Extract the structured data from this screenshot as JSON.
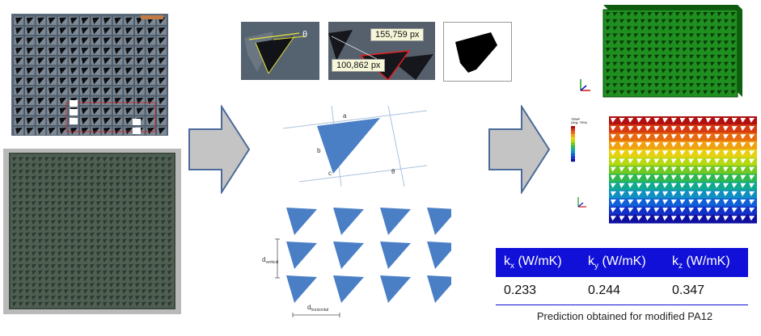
{
  "measurements": {
    "angle_symbol": "θ",
    "px_label_a": "155,759 px",
    "px_label_b": "100,862 px"
  },
  "geometry": {
    "side_a": "a",
    "side_b": "b",
    "side_c": "c",
    "angle_symbol": "θ"
  },
  "spacing": {
    "vertical_label": "d",
    "vertical_sub": "vertical",
    "horizontal_label": "d",
    "horizontal_sub": "horizontal"
  },
  "legend": {
    "title": "TEMP",
    "subtitle": "(Avg: 75%)"
  },
  "results": {
    "headers": [
      {
        "k": "k",
        "sub": "x",
        "unit": " (W/mK)"
      },
      {
        "k": "k",
        "sub": "y",
        "unit": " (W/mK)"
      },
      {
        "k": "k",
        "sub": "z",
        "unit": " (W/mK)"
      }
    ],
    "values": [
      "0.233",
      "0.244",
      "0.347"
    ],
    "caption": "Prediction obtained for modified PA12"
  },
  "colors": {
    "triangle_blue": "#4a7fc5",
    "arrow_gray": "#c4c4c4",
    "arrow_outline": "#4a6a9a",
    "mesh_green": "#1f8f1f",
    "table_header": "#1010d8"
  }
}
